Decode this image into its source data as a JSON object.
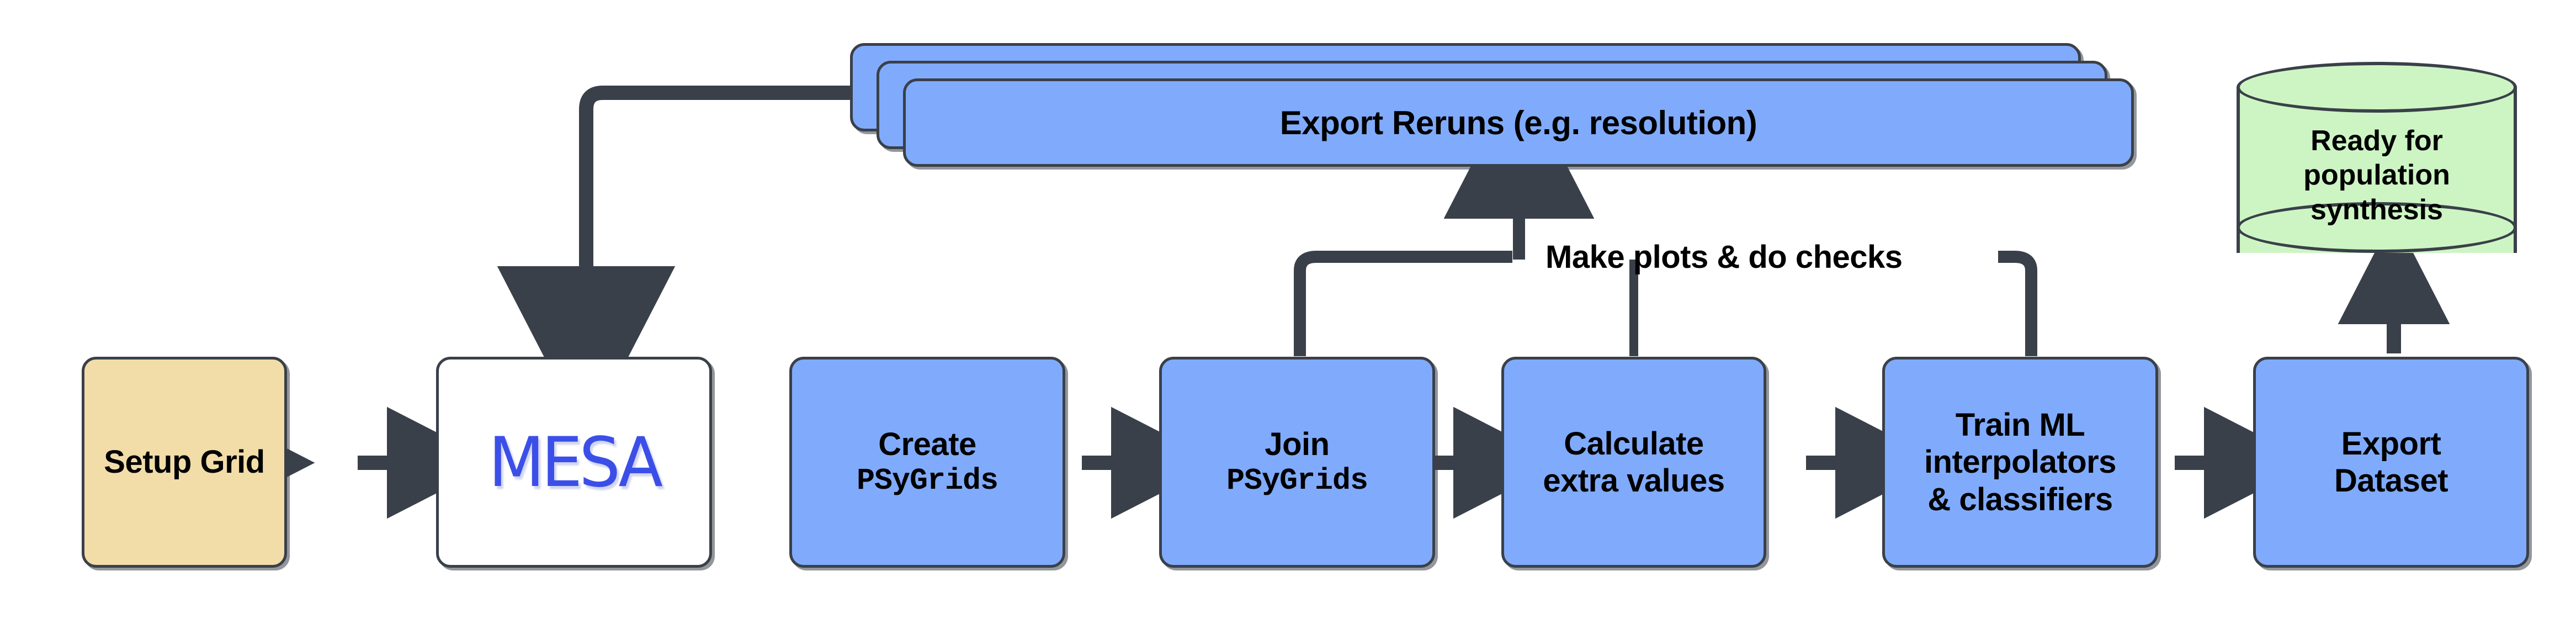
{
  "diagram": {
    "title": "POSYDON grid creation pipeline",
    "background": "#ffffff",
    "colors": {
      "process_fill": "#80abfc",
      "start_fill": "#f2dca8",
      "external_fill": "#ffffff",
      "datastore_fill": "#cdf5c4",
      "stroke": "#3a4049",
      "text": "#000000",
      "mesa_logo": "#3b4fe8"
    }
  },
  "nodes": {
    "setup_grid": {
      "label": "Setup Grid",
      "shape": "rounded-rect",
      "fill": "#f2dca8"
    },
    "mesa": {
      "label": "MESA",
      "shape": "rounded-rect",
      "fill": "#ffffff",
      "is_logo": true
    },
    "create_psygrids": {
      "line1": "Create",
      "line2": "PSyGrids",
      "shape": "rounded-rect",
      "fill": "#80abfc"
    },
    "join_psygrids": {
      "line1": "Join",
      "line2": "PSyGrids",
      "shape": "rounded-rect",
      "fill": "#80abfc"
    },
    "calculate_extra": {
      "line1": "Calculate",
      "line2": "extra values",
      "shape": "rounded-rect",
      "fill": "#80abfc"
    },
    "train_ml": {
      "line1": "Train ML",
      "line2": "interpolators",
      "line3": "& classifiers",
      "shape": "rounded-rect",
      "fill": "#80abfc"
    },
    "export_dataset": {
      "line1": "Export",
      "line2": "Dataset",
      "shape": "rounded-rect",
      "fill": "#80abfc"
    },
    "export_reruns": {
      "label": "Export Reruns (e.g. resolution)",
      "shape": "stacked-rect",
      "fill": "#80abfc",
      "stack_count": 3
    },
    "ready_population": {
      "line1": "Ready for",
      "line2": "population",
      "line3": "synthesis",
      "shape": "cylinder",
      "fill": "#cdf5c4"
    }
  },
  "edge_labels": {
    "make_plots": "Make plots & do checks"
  },
  "flow": [
    {
      "from": "setup_grid",
      "to": "mesa",
      "style": "arrow-right"
    },
    {
      "from": "mesa",
      "to": "create_psygrids",
      "style": "arrow-right"
    },
    {
      "from": "create_psygrids",
      "to": "join_psygrids",
      "style": "arrow-right"
    },
    {
      "from": "join_psygrids",
      "to": "calculate_extra",
      "style": "arrow-right"
    },
    {
      "from": "calculate_extra",
      "to": "train_ml",
      "style": "arrow-right"
    },
    {
      "from": "train_ml",
      "to": "export_dataset",
      "style": "arrow-right"
    },
    {
      "from": "export_dataset",
      "to": "ready_population",
      "style": "arrow-up"
    },
    {
      "from": "join_psygrids",
      "to": "export_reruns",
      "style": "elbow-up",
      "label": "Make plots & do checks"
    },
    {
      "from": "calculate_extra",
      "to": "export_reruns",
      "style": "elbow-up",
      "label": "Make plots & do checks"
    },
    {
      "from": "train_ml",
      "to": "export_reruns",
      "style": "elbow-up",
      "label": "Make plots & do checks"
    },
    {
      "from": "export_reruns",
      "to": "mesa",
      "style": "elbow-left-down"
    }
  ]
}
